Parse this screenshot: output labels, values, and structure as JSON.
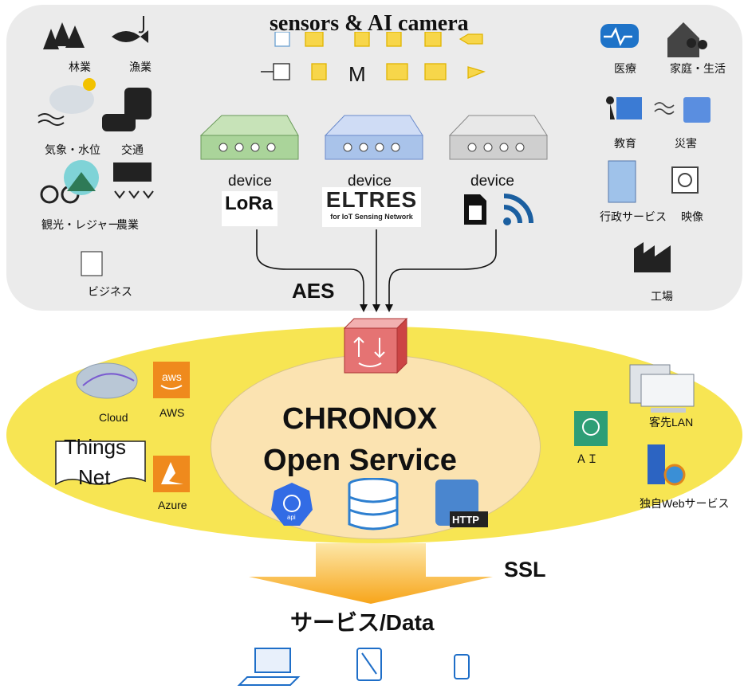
{
  "colors": {
    "panel": "#ebebeb",
    "ellipse": "#f7e553",
    "inner_ellipse": "#fbe3b1",
    "arrow_orange": "#f7a51a",
    "device_green": "#aad49a",
    "device_blue": "#a9c3ea",
    "device_gray": "#cfcfcf",
    "router_red": "#e57373",
    "sensor_yellow": "#f7d64a"
  },
  "header": {
    "title": "sensors & AI camera"
  },
  "left_sectors": {
    "forestry": "林業",
    "fishery": "漁業",
    "weather": "気象・水位",
    "traffic": "交通",
    "tourism": "観光・レジャー",
    "agriculture": "農業",
    "business": "ビジネス"
  },
  "right_sectors": {
    "medical": "医療",
    "home": "家庭・生活",
    "education": "教育",
    "disaster": "災害",
    "admin": "行政サービス",
    "video": "映像",
    "factory": "工場"
  },
  "devices": [
    {
      "label": "device",
      "network": "LoRa"
    },
    {
      "label": "device",
      "network": "ELTRES",
      "sub": "for IoT Sensing Network"
    },
    {
      "label": "device"
    }
  ],
  "sensor_m": "M",
  "aes": "AES",
  "core": {
    "line1": "CHRONOX",
    "line2": "Open Service"
  },
  "core_icons": {
    "api": "api",
    "http": "HTTP"
  },
  "left_services": {
    "cloud": "Cloud",
    "aws_logo": "aws",
    "aws": "AWS",
    "things_line1": "Things",
    "things_line2": "Net",
    "azure": "Azure"
  },
  "right_services": {
    "ai": "ＡＩ",
    "lan": "客先LAN",
    "web": "独自Webサービス"
  },
  "ssl": "SSL",
  "output": "サービス/Data"
}
